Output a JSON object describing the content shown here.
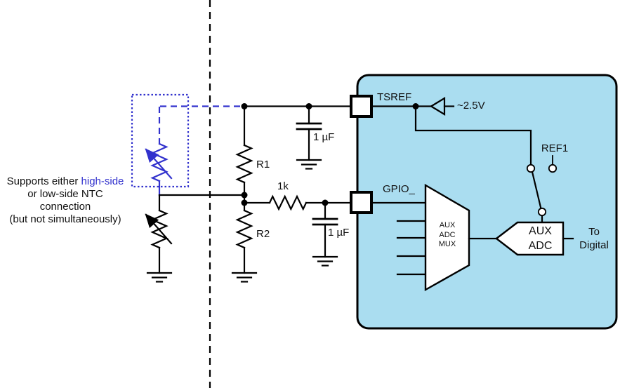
{
  "annotation": {
    "line1_prefix": "Supports either ",
    "line1_highlight": "high-side",
    "line2": "or low-side NTC",
    "line3": "connection",
    "line4": "(but not simultaneously)"
  },
  "components": {
    "r1": "R1",
    "r2": "R2",
    "series_resistor": "1k",
    "cap_tsref": "1 µF",
    "cap_gpio": "1 µF"
  },
  "ic": {
    "pin_tsref": "TSREF",
    "pin_gpio": "GPIO_",
    "ref_voltage": "~2.5V",
    "ref_switch": "REF1",
    "mux_label": [
      "AUX",
      "ADC",
      "MUX"
    ],
    "adc_label": [
      "AUX",
      "ADC"
    ],
    "output_label": [
      "To",
      "Digital"
    ]
  },
  "colors": {
    "highlight_blue": "#3232cd",
    "ic_fill": "#aaddf0",
    "wire_black": "#000000"
  }
}
